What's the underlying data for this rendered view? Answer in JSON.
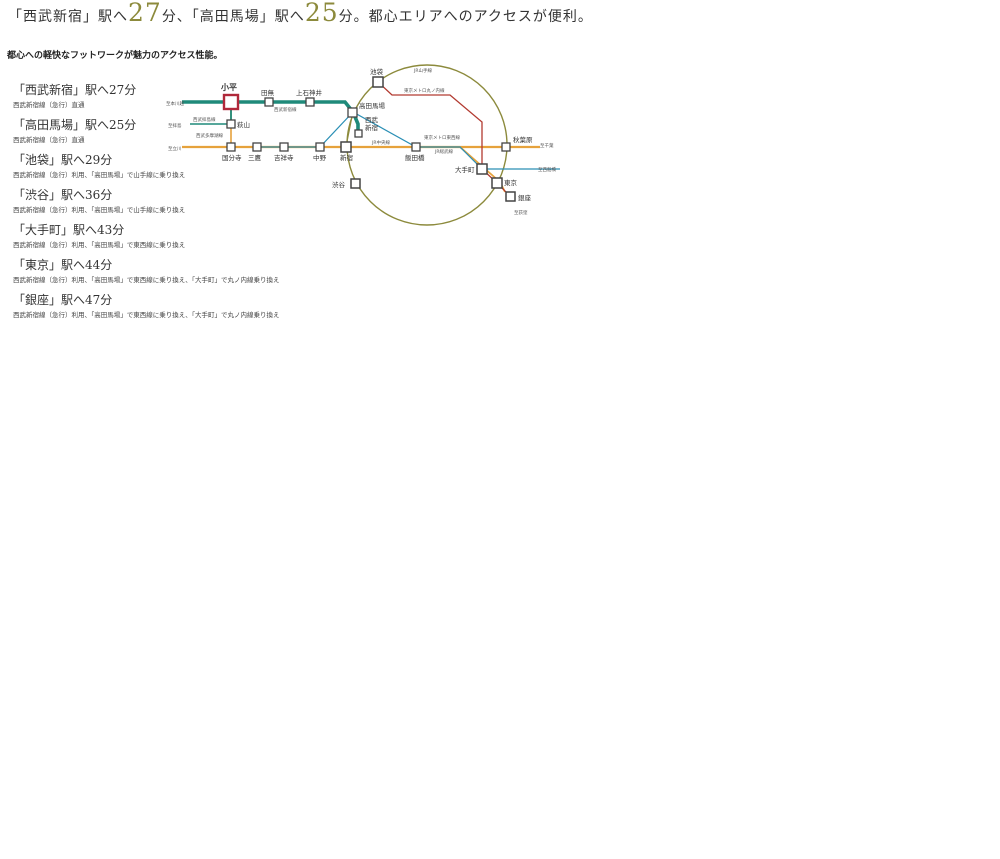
{
  "headline": {
    "part1": "「西武新宿」駅へ",
    "num1": "27",
    "part2": "分、「高田馬場」駅へ",
    "num2": "25",
    "part3": "分。都心エリアへのアクセスが便利。"
  },
  "subhead": "都心への軽快なフットワークが魅力のアクセス性能。",
  "routes": [
    {
      "title": "「西武新宿」駅へ27分",
      "note": "西武新宿線（急行）直通"
    },
    {
      "title": "「高田馬場」駅へ25分",
      "note": "西武新宿線（急行）直通"
    },
    {
      "title": "「池袋」駅へ29分",
      "note": "西武新宿線（急行）利用、「高田馬場」で山手線に乗り換え"
    },
    {
      "title": "「渋谷」駅へ36分",
      "note": "西武新宿線（急行）利用、「高田馬場」で山手線に乗り換え"
    },
    {
      "title": "「大手町」駅へ43分",
      "note": "西武新宿線（急行）利用、「高田馬場」で東西線に乗り換え"
    },
    {
      "title": "「東京」駅へ44分",
      "note": "西武新宿線（急行）利用、「高田馬場」で東西線に乗り換え、「大手町」で丸ノ内線乗り換え"
    },
    {
      "title": "「銀座」駅へ47分",
      "note": "西武新宿線（急行）利用、「高田馬場」で東西線に乗り換え、「大手町」で丸ノ内線乗り換え"
    }
  ],
  "map": {
    "stations": {
      "kodaira": "小平",
      "tanashi": "田無",
      "kamishakujii": "上石神井",
      "hagiyama": "萩山",
      "kokubunji": "国分寺",
      "mitaka": "三鷹",
      "kichijoji": "吉祥寺",
      "nakano": "中野",
      "shinjuku": "新宿",
      "takadanobaba": "高田馬場",
      "seibushinjuku1": "西武",
      "seibushinjuku2": "新宿",
      "ikebukuro": "池袋",
      "iidabashi": "飯田橋",
      "otemachi": "大手町",
      "tokyo": "東京",
      "ginza": "銀座",
      "akihabara": "秋葉原",
      "shibuya": "渋谷"
    },
    "lines": {
      "to_honkawagoe": "至本川越",
      "to_tamako": "至拝島",
      "to_tachikawa": "至立川",
      "seibu_haijima": "西武拝島線",
      "seibu_tamako": "西武多摩湖線",
      "seibu_shinjuku": "西武新宿線",
      "yamanote": "JR山手線",
      "marunouchi": "東京メトロ丸ノ内線",
      "tozai": "東京メトロ東西線",
      "chuo_rapid": "JR中央線",
      "chuo_sobu": "JR総武線",
      "to_chiba": "至千葉",
      "to_nishifunabashi": "至西船橋",
      "to_ogikubo": "至荻窪"
    },
    "colors": {
      "seibu_shinjuku": "#1f8a7a",
      "chuo": "#e6a23c",
      "yamanote": "#8c8a3c",
      "marunouchi": "#b23a30",
      "tozai": "#2a8fb5",
      "station_border": "#444444",
      "kodaira": "#b0283a"
    }
  }
}
